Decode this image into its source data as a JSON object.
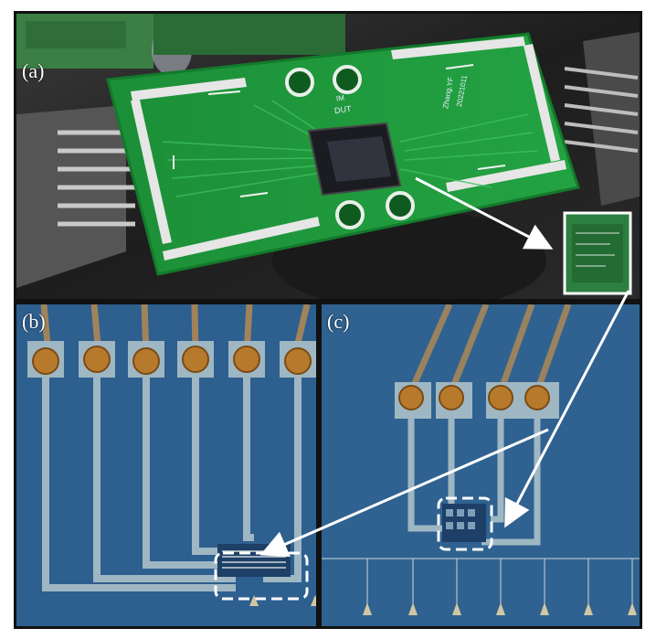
{
  "panels": {
    "a": {
      "label": "(a)"
    },
    "b": {
      "label": "(b)"
    },
    "c": {
      "label": "(c)"
    }
  },
  "board": {
    "silkscreen_text": [
      "DUT",
      "IM",
      "Zhang.YF",
      "20221011"
    ]
  },
  "colors": {
    "pcb": "#1f9a3c",
    "pcb_dark": "#147a2c",
    "chip_bg": "#2b5a8a",
    "trace": "#b7c8c4",
    "pad_gold": "#c07a2a",
    "arrow": "#ffffff",
    "frame": "#111111"
  }
}
